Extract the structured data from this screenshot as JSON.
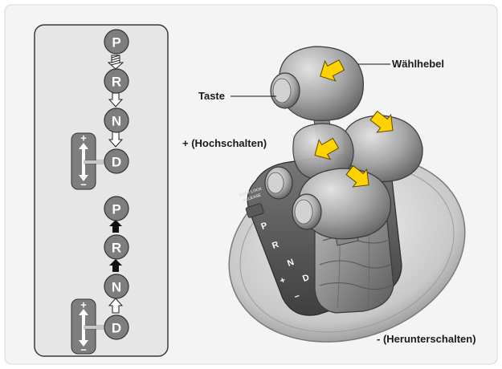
{
  "labels": {
    "lever": "Wählhebel",
    "button": "Taste",
    "upshift": "+ (Hochschalten)",
    "downshift": "- (Herunterschalten)"
  },
  "pattern_top": {
    "positions": [
      "P",
      "R",
      "N",
      "D"
    ],
    "plus": "+",
    "minus": "−"
  },
  "pattern_bottom": {
    "positions": [
      "P",
      "R",
      "N",
      "D"
    ],
    "plus": "+",
    "minus": "−"
  },
  "gate": {
    "positions": [
      "P",
      "R",
      "N",
      "D",
      "+",
      "−"
    ],
    "shift_lock": [
      "SHIFT LOCK",
      "RELEASE"
    ]
  },
  "colors": {
    "frame": "#f4f4f4",
    "panel": "#e6e6e6",
    "knob": "#7e7e7e",
    "arrow": "#ffd200"
  }
}
